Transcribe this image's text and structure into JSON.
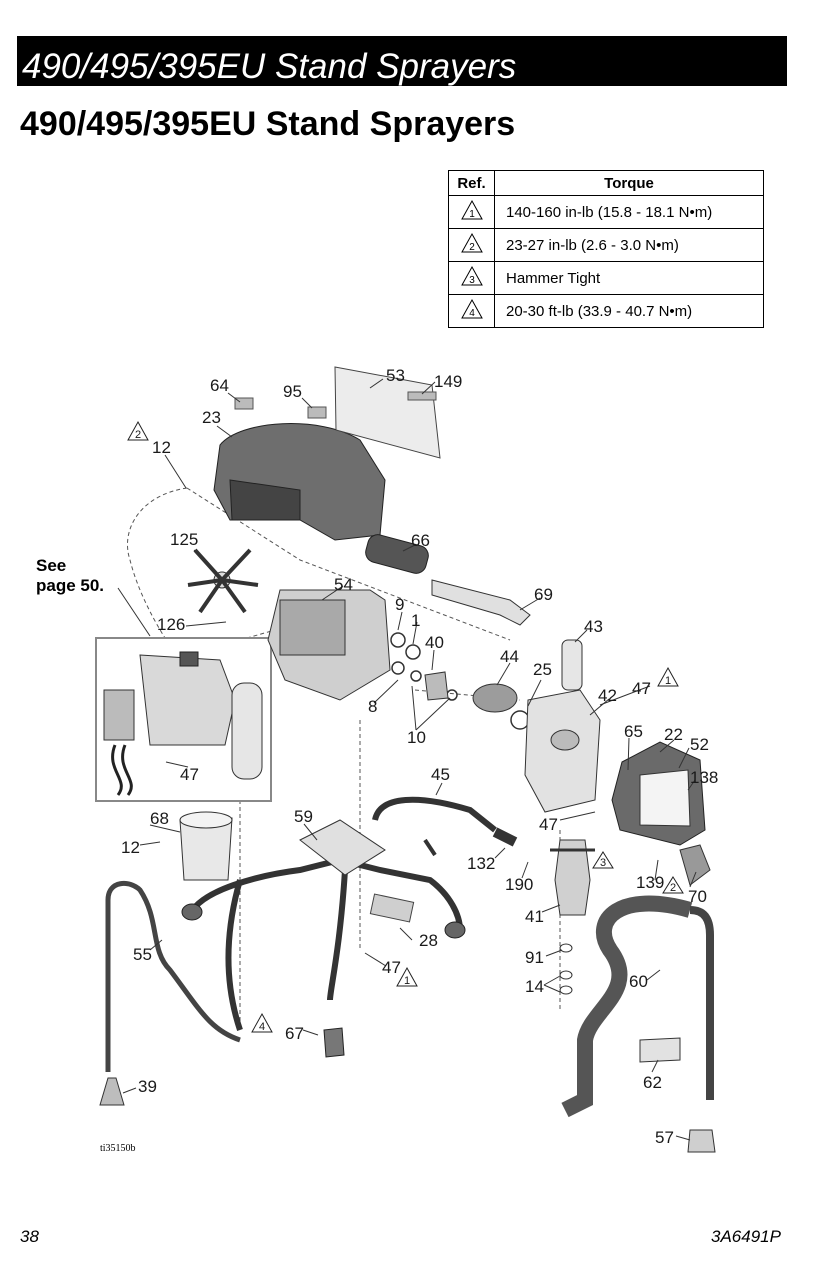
{
  "header": {
    "banner_title": "490/495/395EU Stand Sprayers",
    "page_heading": "490/495/395EU Stand Sprayers"
  },
  "torque_table": {
    "columns": [
      "Ref.",
      "Torque"
    ],
    "rows": [
      {
        "ref": "1",
        "torque": "140-160 in-lb (15.8 - 18.1 N•m)"
      },
      {
        "ref": "2",
        "torque": "23-27 in-lb (2.6 - 3.0 N•m)"
      },
      {
        "ref": "3",
        "torque": "Hammer Tight"
      },
      {
        "ref": "4",
        "torque": "20-30 ft-lb (33.9 - 40.7 N•m)"
      }
    ]
  },
  "see_note": {
    "line1": "See",
    "line2": "page 50."
  },
  "callouts": {
    "c64": "64",
    "c95": "95",
    "c53": "53",
    "c149": "149",
    "c23": "23",
    "c12a": "12",
    "c66": "66",
    "c125": "125",
    "c54": "54",
    "c69": "69",
    "c9": "9",
    "c1": "1",
    "c43": "43",
    "c126": "126",
    "c40": "40",
    "c44": "44",
    "c25": "25",
    "c47a": "47",
    "c42": "42",
    "c8": "8",
    "c65": "65",
    "c22": "22",
    "c52": "52",
    "c10": "10",
    "c138": "138",
    "c47b": "47",
    "c45": "45",
    "c68": "68",
    "c59": "59",
    "c47c": "47",
    "c12b": "12",
    "c132": "132",
    "c190": "190",
    "c139": "139",
    "c70": "70",
    "c41": "41",
    "c28": "28",
    "c55": "55",
    "c91": "91",
    "c47d": "47",
    "c14": "14",
    "c60": "60",
    "c67": "67",
    "c62": "62",
    "c39": "39",
    "c57": "57"
  },
  "torque_markers": {
    "t2a": "2",
    "t1a": "1",
    "t3": "3",
    "t2b": "2",
    "t1b": "1",
    "t4": "4"
  },
  "figure_id": "ti35150b",
  "footer": {
    "page_number": "38",
    "doc_number": "3A6491P"
  }
}
